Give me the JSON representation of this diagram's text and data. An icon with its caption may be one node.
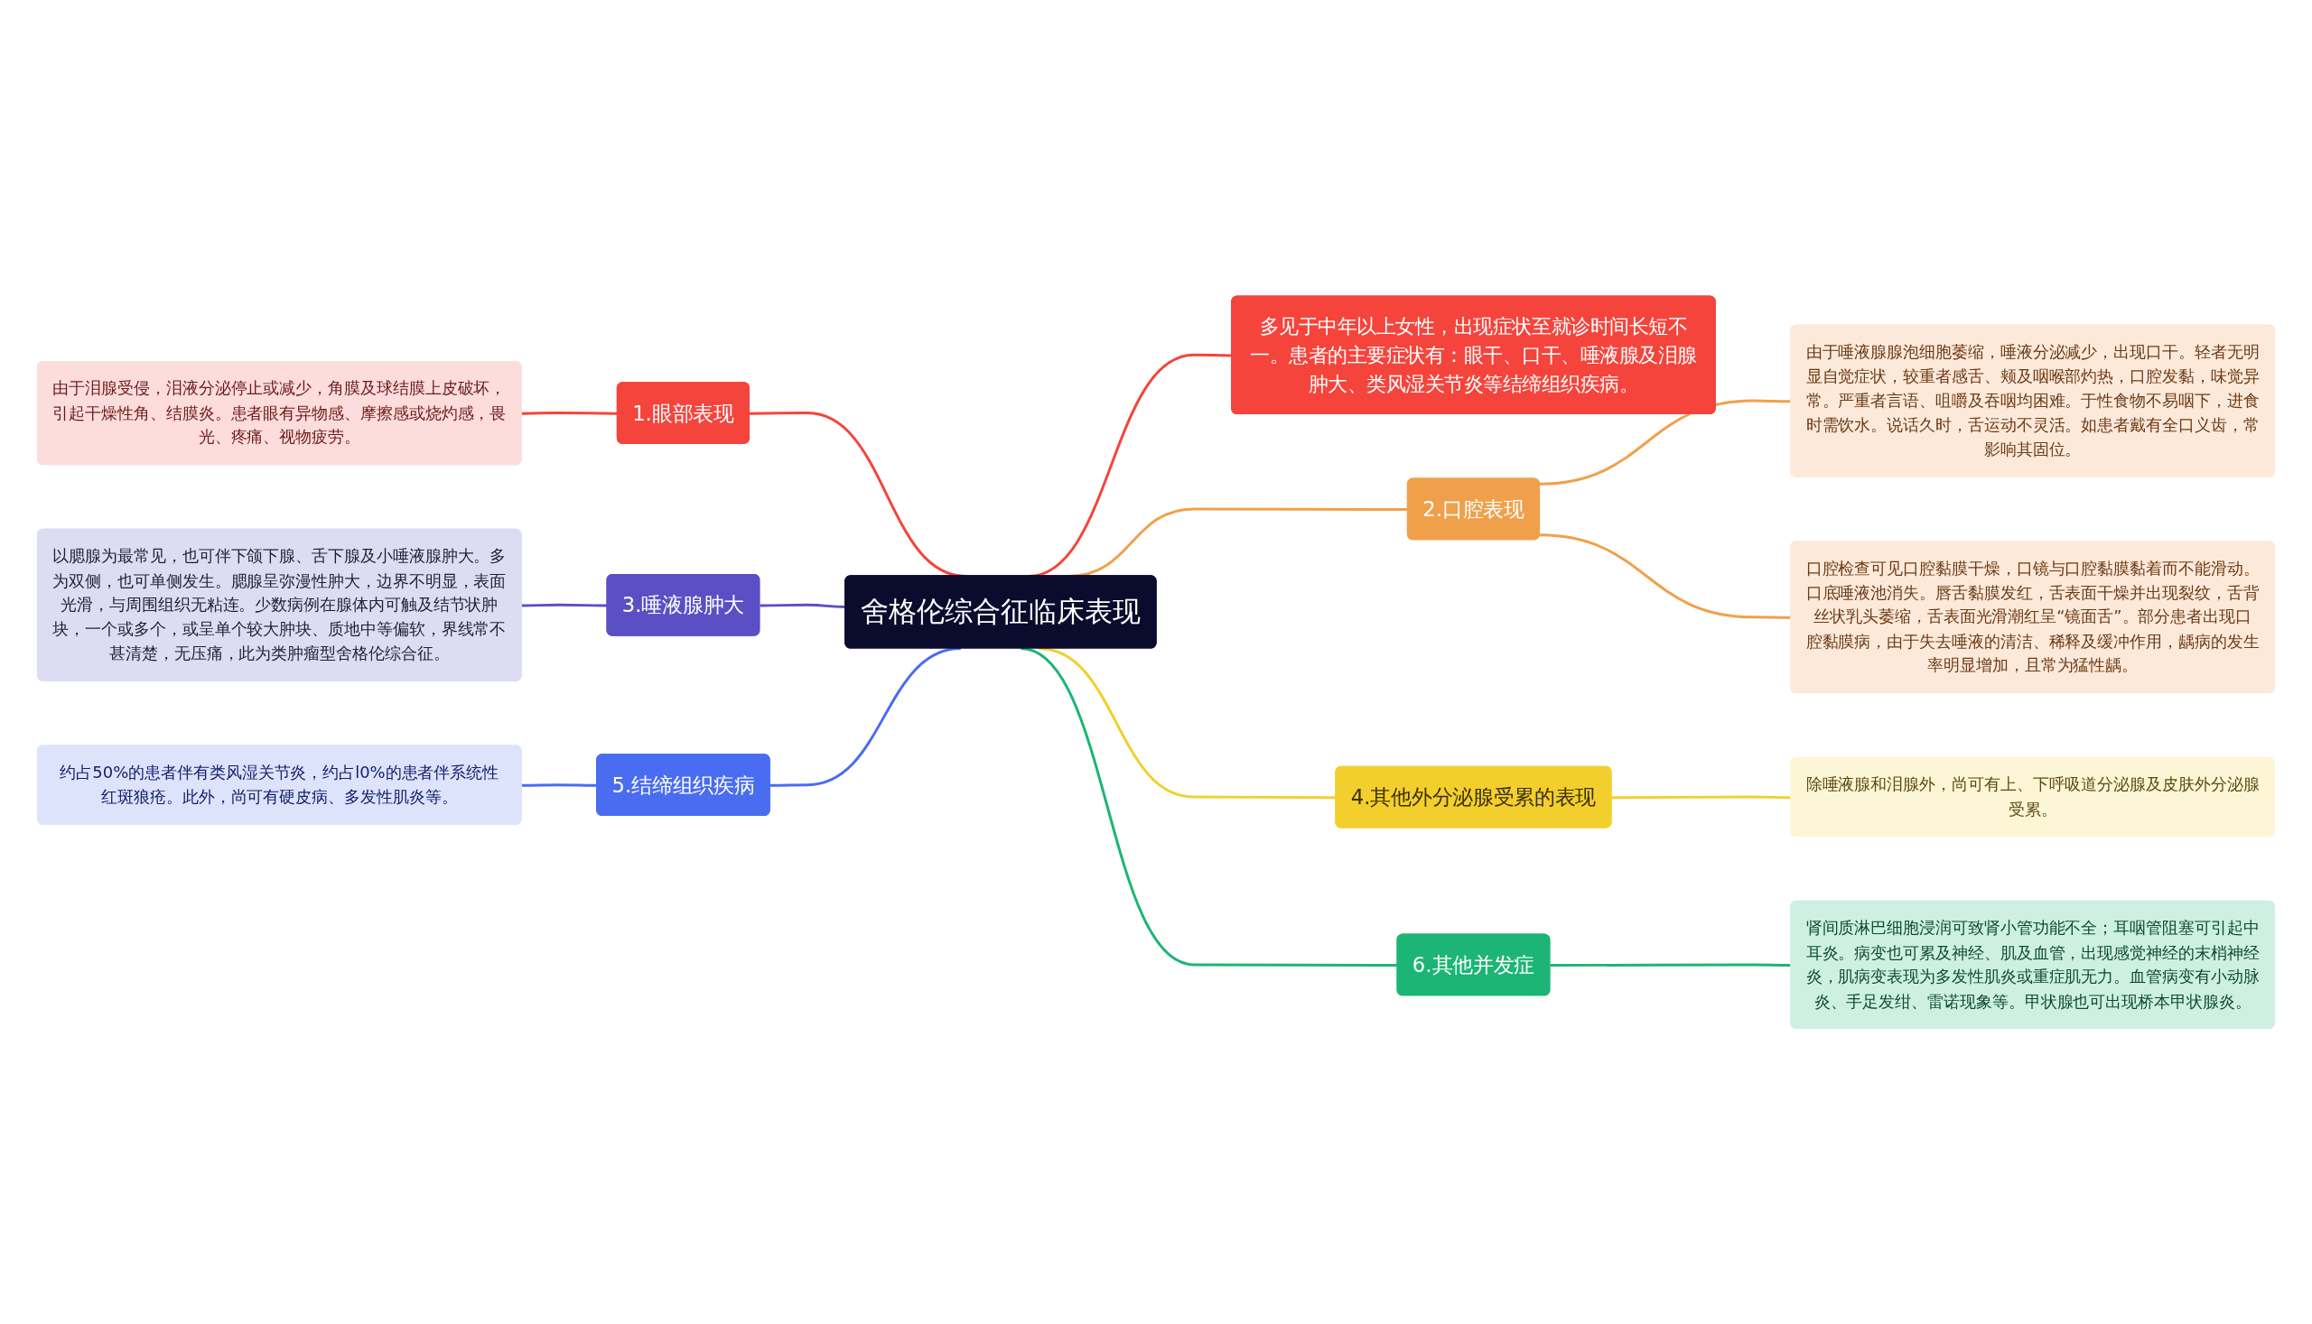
{
  "diagram": {
    "nodes": [
      {
        "text": [
          "舍格伦综合征临床表现"
        ]
      },
      {
        "text": [
          "多见于中年以上女性，出现症状至就诊时间长短不一。患者的主要症状有：眼干、口干、唾液腺及泪腺肿大、类风湿关节炎等结缔组织疾病。"
        ]
      },
      {
        "text": [
          "1.眼部表现"
        ]
      },
      {
        "text": [
          "由于泪腺受侵，泪液分泌停止或减少，角膜及球结膜上皮破坏，引起干燥性角、结膜炎。患者眼有异物感、摩擦感或烧灼感，畏光、疼痛、视物疲劳。"
        ]
      },
      {
        "text": [
          "2.口腔表现"
        ]
      },
      {
        "text": [
          "由于唾液腺腺泡细胞萎缩，唾液分泌减少，出现口干。轻者无明显自觉症状，较重者感舌、颊及咽喉部灼热，口腔发黏，味觉异常。严重者言语、咀嚼及吞咽均困难。于性食物不易咽下，进食时需饮水。说话久时，舌运动不灵活。如患者戴有全口义齿，常影响其固位。"
        ]
      },
      {
        "text": [
          "口腔检查可见口腔黏膜干燥，口镜与口腔黏膜黏着而不能滑动。口底唾液池消失。唇舌黏膜发红，舌表面干燥并出现裂纹，舌背丝状乳头萎缩，舌表面光滑潮红呈“镜面舌”。部分患者出现口腔黏膜病，由于失去唾液的清洁、稀释及缓冲作用，龋病的发生率明显增加，且常为猛性龋。"
        ]
      },
      {
        "text": [
          "3.唾液腺肿大"
        ]
      },
      {
        "text": [
          "以腮腺为最常见，也可伴下颌下腺、舌下腺及小唾液腺肿大。多为双侧，也可单侧发生。腮腺呈弥漫性肿大，边界不明显，表面光滑，与周围组织无粘连。少数病例在腺体内可触及结节状肿块，一个或多个，或呈单个较大肿块、质地中等偏软，界线常不甚清楚，无压痛，此为类肿瘤型舍格伦综合征。"
        ]
      },
      {
        "text": [
          "4.其他外分泌腺受累的表现"
        ]
      },
      {
        "text": [
          "除唾液腺和泪腺外，尚可有上、下呼吸道分泌腺及皮肤外分泌腺受累。"
        ]
      },
      {
        "text": [
          "5.结缔组织疾病"
        ]
      },
      {
        "text": [
          "约占50%的患者伴有类风湿关节炎，约占l0%的患者伴系统性红斑狼疮。此外，尚可有硬皮病、多发性肌炎等。"
        ]
      },
      {
        "text": [
          "6.其他并发症"
        ]
      },
      {
        "text": [
          "肾间质淋巴细胞浸润可致肾小管功能不全；耳咽管阻塞可引起中耳炎。病变也可累及神经、肌及血管，出现感觉神经的末梢神经炎，肌病变表现为多发性肌炎或重症肌无力。血管病变有小动脉炎、手足发绀、雷诺现象等。甲状腺也可出现桥本甲状腺炎。"
        ]
      }
    ],
    "edges": [
      {
        "from": 0,
        "to": 1,
        "arrow": "none",
        "color": "#f5443c"
      },
      {
        "from": 0,
        "to": 2,
        "arrow": "none",
        "color": "#f5443c"
      },
      {
        "from": 2,
        "to": 3,
        "arrow": "none",
        "color": "#f5443c"
      },
      {
        "from": 0,
        "to": 4,
        "arrow": "none",
        "color": "#f0a04b"
      },
      {
        "from": 4,
        "to": 5,
        "arrow": "none",
        "color": "#f0a04b"
      },
      {
        "from": 4,
        "to": 6,
        "arrow": "none",
        "color": "#f0a04b"
      },
      {
        "from": 0,
        "to": 7,
        "arrow": "none",
        "color": "#5a4fc4"
      },
      {
        "from": 7,
        "to": 8,
        "arrow": "none",
        "color": "#5a4fc4"
      },
      {
        "from": 0,
        "to": 9,
        "arrow": "none",
        "color": "#f2cf2c"
      },
      {
        "from": 9,
        "to": 10,
        "arrow": "none",
        "color": "#f2cf2c"
      },
      {
        "from": 0,
        "to": 11,
        "arrow": "none",
        "color": "#4a6cf0"
      },
      {
        "from": 11,
        "to": 12,
        "arrow": "none",
        "color": "#4a6cf0"
      },
      {
        "from": 0,
        "to": 13,
        "arrow": "none",
        "color": "#1cb575"
      },
      {
        "from": 13,
        "to": 14,
        "arrow": "none",
        "color": "#1cb575"
      }
    ]
  }
}
